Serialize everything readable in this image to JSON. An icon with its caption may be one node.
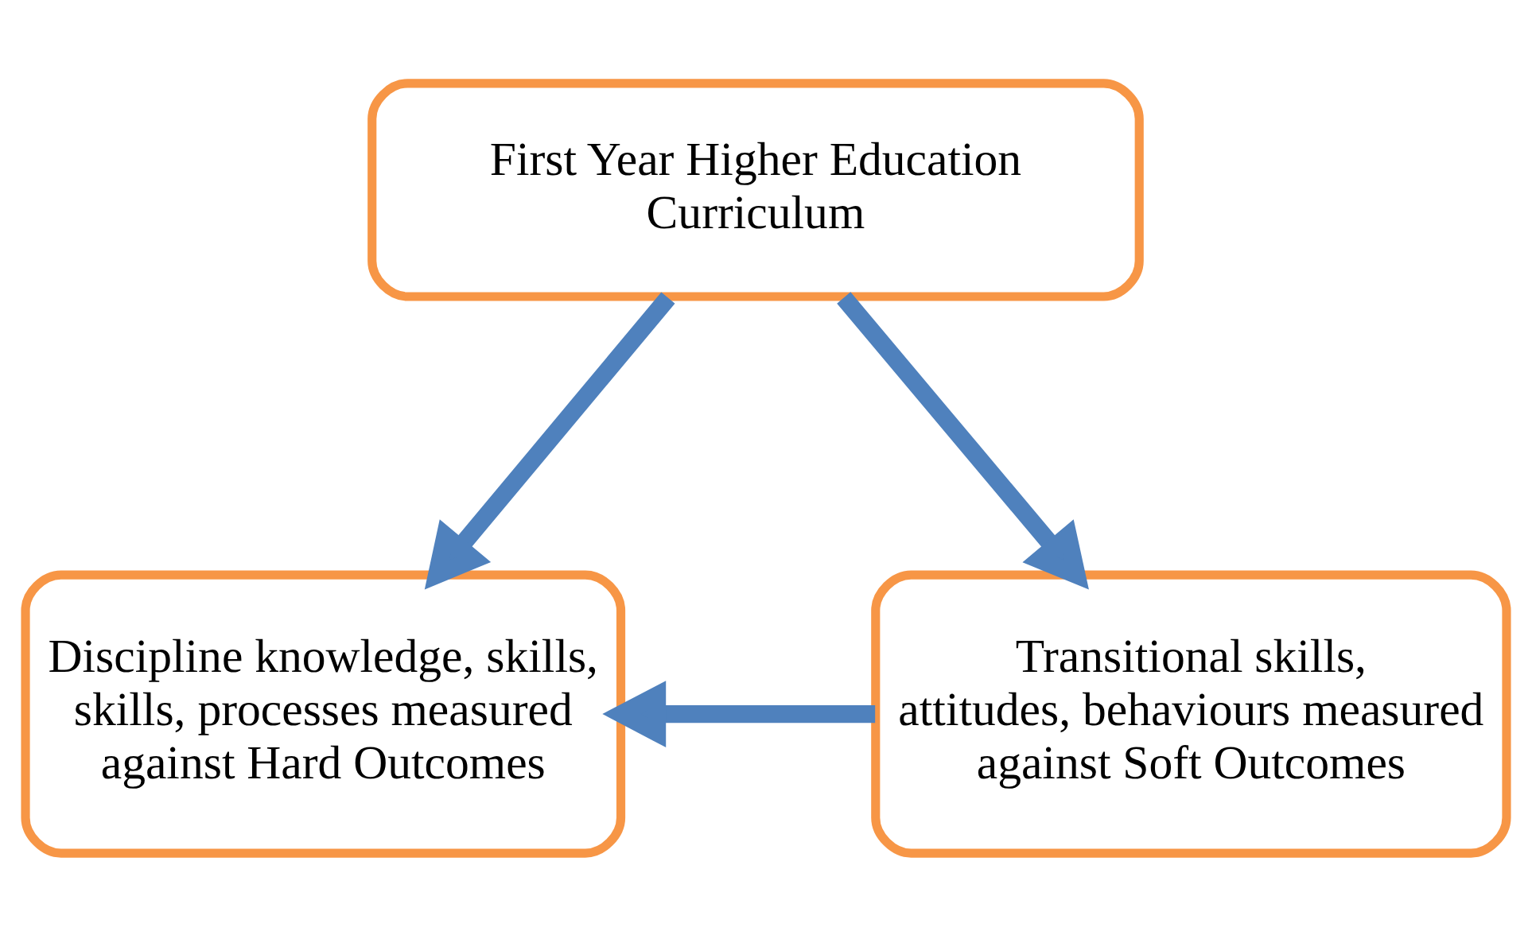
{
  "diagram": {
    "nodes": [
      {
        "text": [
          "First Year Higher Education Curriculum"
        ]
      },
      {
        "text": [
          "Discipline knowledge, skills, skills, processes measured against Hard Outcomes"
        ]
      },
      {
        "text": [
          "Transitional skills, attitudes, behaviours measured against Soft Outcomes"
        ]
      }
    ],
    "edges": [
      {
        "from": 0,
        "to": 1,
        "arrow": "to"
      },
      {
        "from": 0,
        "to": 2,
        "arrow": "to"
      },
      {
        "from": 2,
        "to": 1,
        "arrow": "to"
      }
    ]
  }
}
